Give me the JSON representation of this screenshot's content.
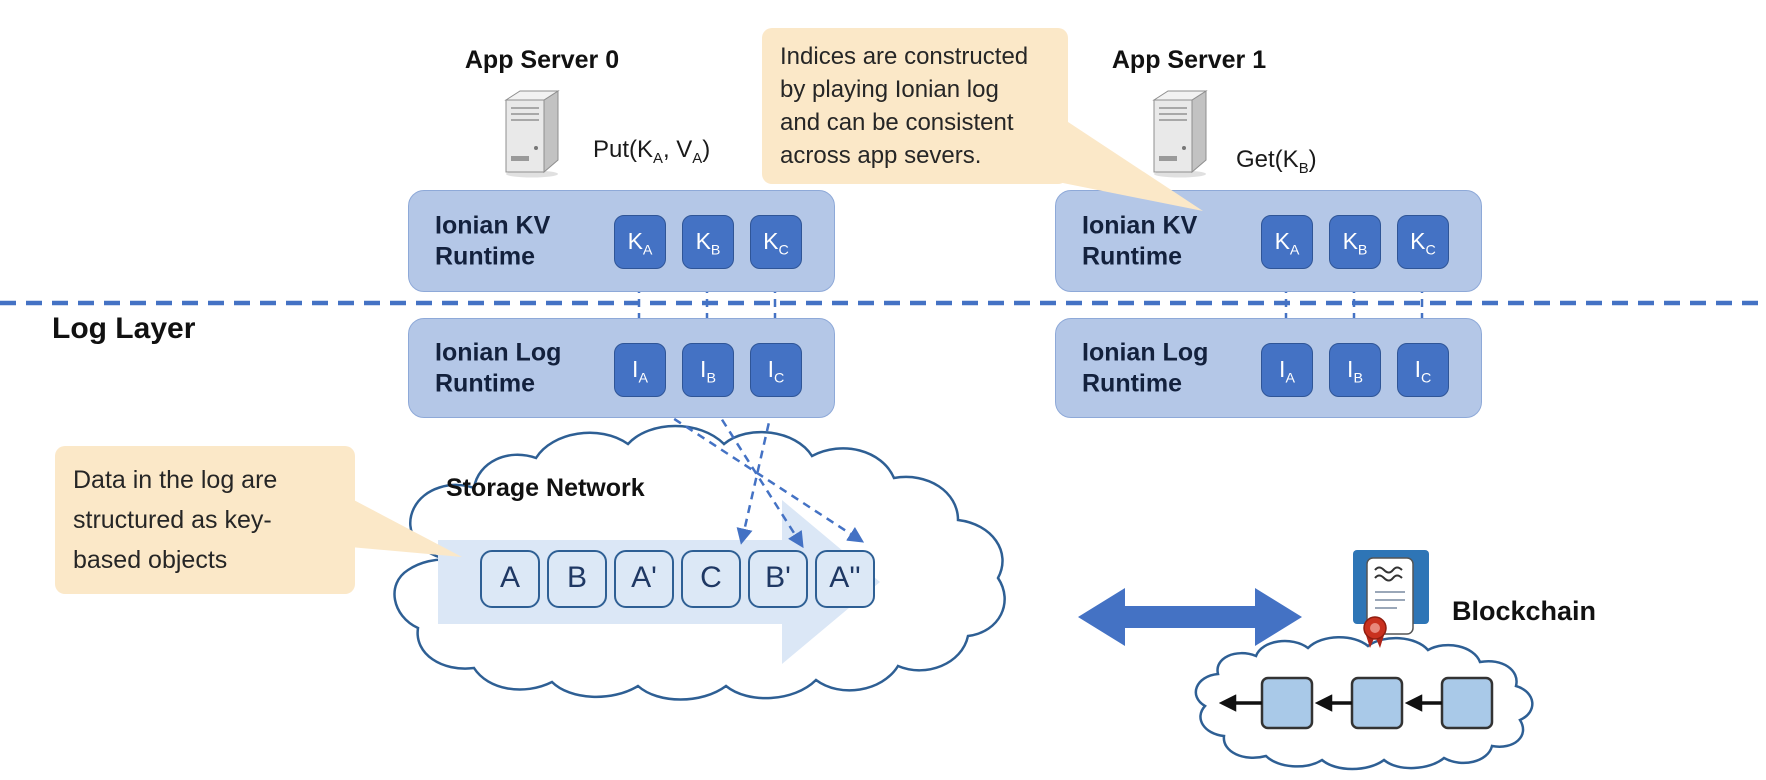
{
  "labels": {
    "app_server_0": "App Server 0",
    "app_server_1": "App Server 1",
    "log_layer": "Log Layer",
    "storage_network": "Storage Network",
    "blockchain": "Blockchain"
  },
  "operations": {
    "put": {
      "t1": "Put(K",
      "s1": "A",
      "t2": ", V",
      "s2": "A",
      "t3": ")"
    },
    "get": {
      "t1": "Get(K",
      "s1": "B",
      "t2": ")"
    }
  },
  "callouts": {
    "indices": "Indices are constructed\nby playing Ionian log\nand can be consistent\nacross app severs.",
    "data_log": "Data in the log are\nstructured as key-\nbased objects"
  },
  "kv_runtime": {
    "title1": "Ionian KV",
    "title2": "Runtime",
    "keys": [
      {
        "base": "K",
        "sub": "A"
      },
      {
        "base": "K",
        "sub": "B"
      },
      {
        "base": "K",
        "sub": "C"
      }
    ]
  },
  "log_runtime": {
    "title1": "Ionian Log",
    "title2": "Runtime",
    "keys": [
      {
        "base": "I",
        "sub": "A"
      },
      {
        "base": "I",
        "sub": "B"
      },
      {
        "base": "I",
        "sub": "C"
      }
    ]
  },
  "storage": {
    "entries": [
      "A",
      "B",
      "A'",
      "C",
      "B'",
      "A''"
    ]
  },
  "icons": {
    "server": "server-tower-icon",
    "blockchain": "scroll-seal-icon",
    "storage": "cloud-shape",
    "chain": "linked-blocks"
  },
  "colors": {
    "runtime_fill": "#b4c7e7",
    "runtime_border": "#8ea9d8",
    "key_chip": "#4472c4",
    "entry_fill": "#dce8f6",
    "entry_border": "#2e5f94",
    "entry_text": "#1f3864",
    "callout_fill": "#fbe8c8",
    "arrow_blue": "#4472c4",
    "cloud_stroke": "#2e5f94",
    "light_arrow": "#dbe7f6",
    "chain_fill": "#a9c9e8",
    "icon_blue": "#2e75b6",
    "seal_red": "#c9311f"
  }
}
